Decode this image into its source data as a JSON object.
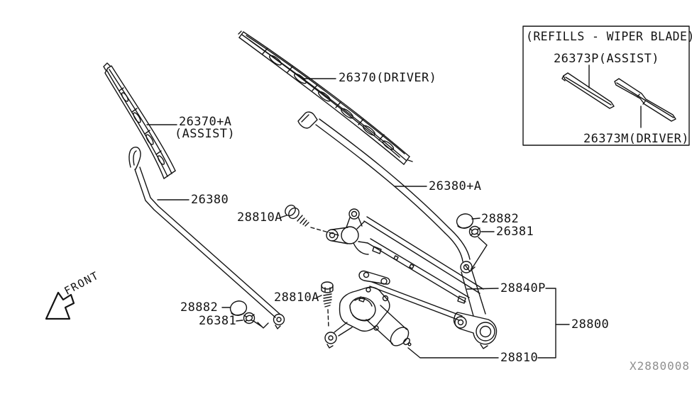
{
  "diagram": {
    "code": "X2880008",
    "front_indicator": "FRONT",
    "parts": {
      "driver_blade": "26370(DRIVER)",
      "assist_blade": "26370+A",
      "assist_blade_sub": "(ASSIST)",
      "assist_arm": "26380",
      "driver_arm": "26380+A",
      "pivot_bolt_upper": "28810A",
      "pivot_bolt_lower": "28810A",
      "pivot_cap_upper": "28882",
      "pivot_nut_upper": "26381",
      "pivot_cap_lower": "28882",
      "pivot_nut_lower": "26381",
      "linkage": "28840P",
      "drive_assembly": "28800",
      "motor": "28810"
    },
    "refills_box": {
      "title": "(REFILLS - WIPER BLADE)",
      "assist_refill": "26373P(ASSIST)",
      "driver_refill": "26373M(DRIVER)"
    },
    "colors": {
      "line": "#141414",
      "background": "#ffffff",
      "code_gray": "#8f8f8f"
    }
  }
}
